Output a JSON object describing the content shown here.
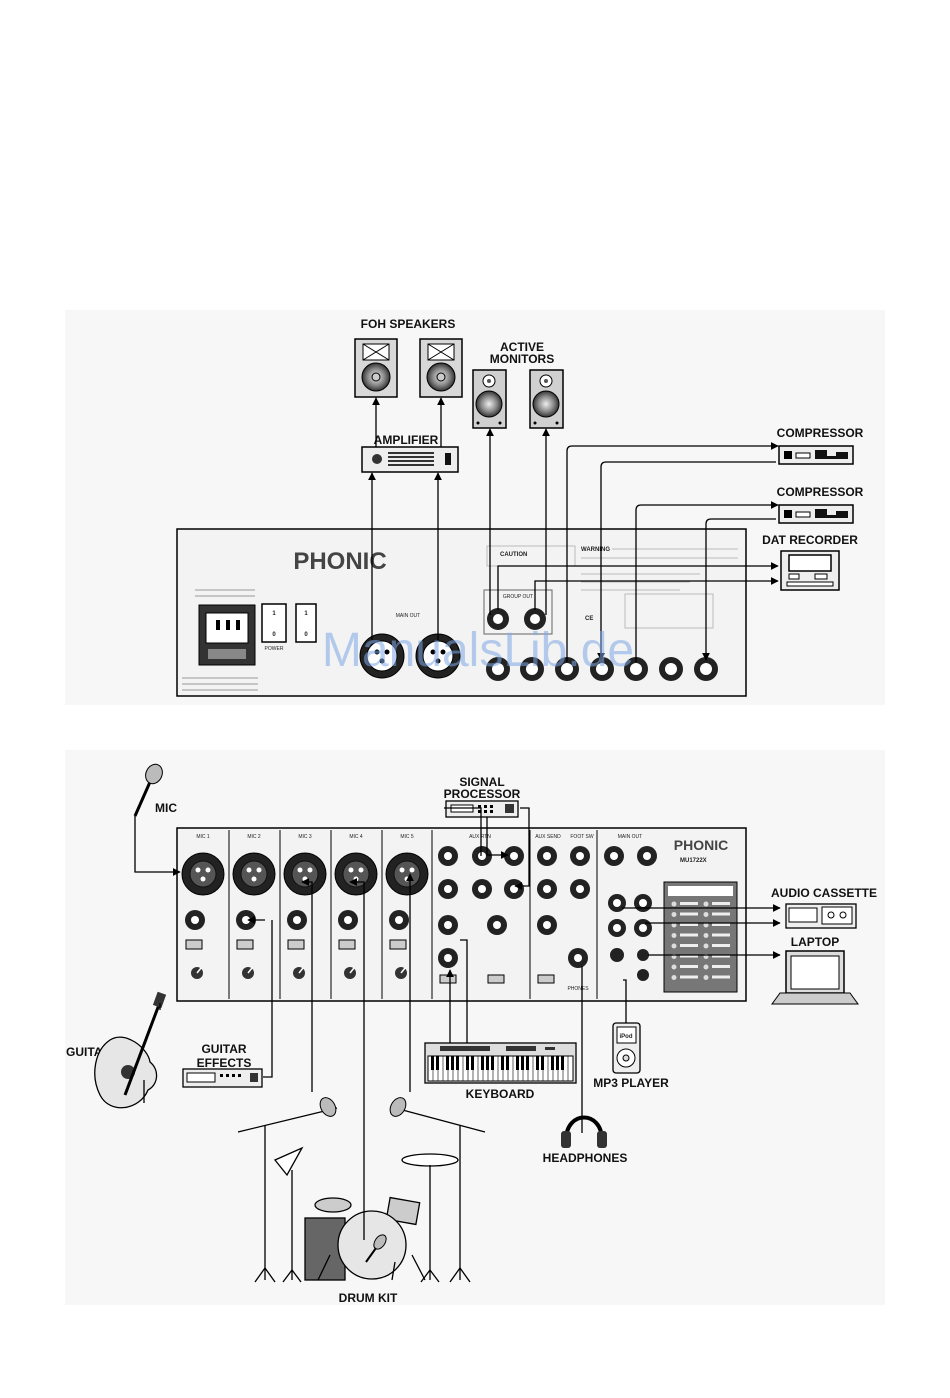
{
  "labels": {
    "foh_speakers": "FOH SPEAKERS",
    "active": "ACTIVE",
    "monitors": "MONITORS",
    "amplifier": "AMPLIFIER",
    "compressor_1": "COMPRESSOR",
    "compressor_2": "COMPRESSOR",
    "dat_recorder": "DAT  RECORDER",
    "signal": "SIGNAL",
    "processor": "PROCESSOR",
    "mic": "MIC",
    "audio_cassette": "AUDIO CASSETTE",
    "laptop": "LAPTOP",
    "guitar": "GUITAR",
    "guitar_l1": "GUITAR",
    "guitar_l2": "EFFECTS",
    "keyboard": "KEYBOARD",
    "mp3_player": "MP3 PLAYER",
    "headphones": "HEADPHONES",
    "drum_kit": "DRUM KIT"
  },
  "rear_panel": {
    "brand": "PHONIC",
    "caution": "CAUTION",
    "warning": "WARNING",
    "group_out": "GROUP OUT",
    "main_out": "MAIN OUT",
    "power": "POWER",
    "ce": "CE"
  },
  "front_panel": {
    "brand": "PHONIC",
    "model": "MU1722X",
    "channels": [
      "MIC 1",
      "MIC 2",
      "MIC 3",
      "MIC 4",
      "MIC 5"
    ],
    "aux_send": "AUX SEND",
    "foot_sw": "FOOT SW",
    "main_out": "MAIN OUT",
    "phones": "PHONES",
    "ipod": "iPod"
  },
  "watermark": "ManualsLib.de",
  "colors": {
    "line": "#000000",
    "panel": "#f6f6f6",
    "grey": "#9a9a9a",
    "watermark": "#7fa8e6"
  }
}
